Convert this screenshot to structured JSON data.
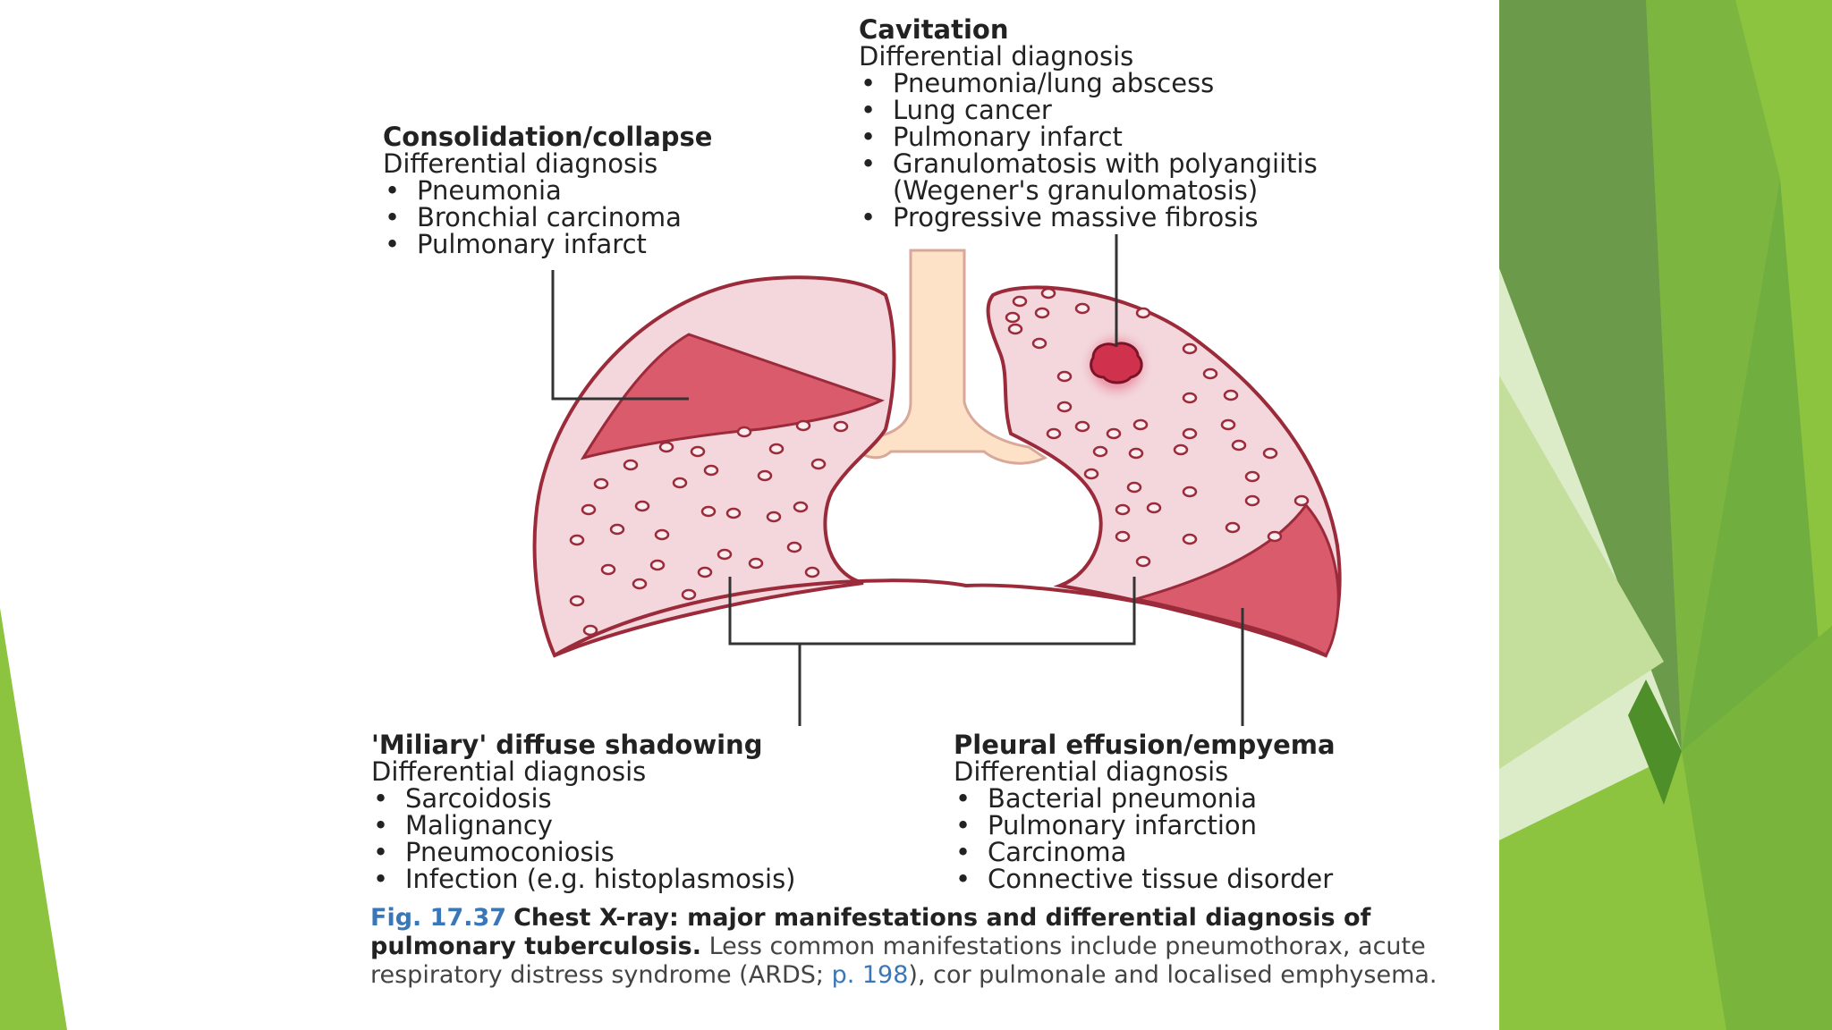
{
  "colors": {
    "slide_green": "#8cc43f",
    "dark_green": "#5f9a3a",
    "lung_fill": "#f3d7dc",
    "lung_outline": "#9b2b3a",
    "consolidation": "#d95b6c",
    "trachea": "#fde2c8",
    "cavity": "#d0324d",
    "caption_blue": "#3a77b8"
  },
  "labels": {
    "cavitation": {
      "heading": "Cavitation",
      "subheading": "Differential diagnosis",
      "items": [
        "Pneumonia/lung abscess",
        "Lung cancer",
        "Pulmonary infarct",
        "Granulomatosis with polyangiitis",
        "Progressive massive fibrosis"
      ],
      "item4_continuation": "(Wegener's granulomatosis)"
    },
    "consolidation": {
      "heading": "Consolidation/collapse",
      "subheading": "Differential diagnosis",
      "items": [
        "Pneumonia",
        "Bronchial carcinoma",
        "Pulmonary infarct"
      ]
    },
    "miliary": {
      "heading": "'Miliary' diffuse shadowing",
      "subheading": "Differential diagnosis",
      "items": [
        "Sarcoidosis",
        "Malignancy",
        "Pneumoconiosis",
        "Infection (e.g. histoplasmosis)"
      ]
    },
    "pleural": {
      "heading": "Pleural effusion/empyema",
      "subheading": "Differential diagnosis",
      "items": [
        "Bacterial pneumonia",
        "Pulmonary infarction",
        "Carcinoma",
        "Connective tissue disorder"
      ]
    }
  },
  "caption": {
    "fig": "Fig. 17.37",
    "title": "Chest X-ray: major manifestations and differential diagnosis of pulmonary tuberculosis.",
    "text_before_ref": "Less common manifestations include pneumothorax, acute respiratory distress syndrome (ARDS; ",
    "ref": "p. 198",
    "text_after_ref": "), cor pulmonale and localised emphysema."
  }
}
